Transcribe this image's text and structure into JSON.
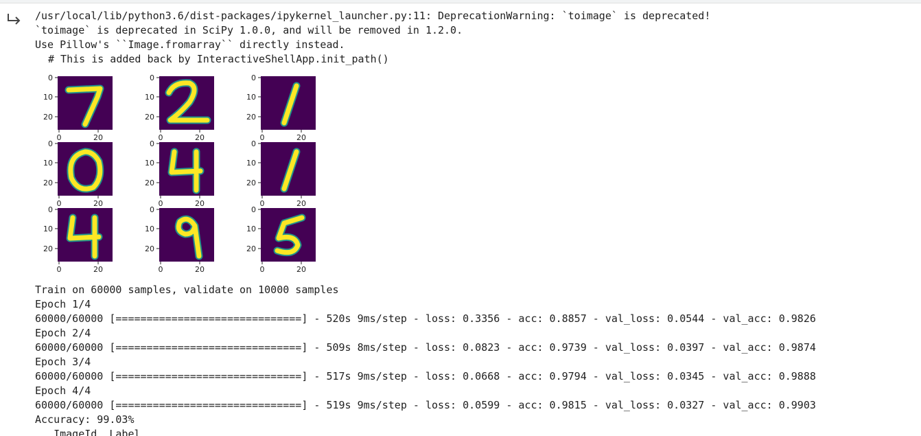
{
  "output": {
    "icon": "output-arrow-icon",
    "warning_lines": [
      "/usr/local/lib/python3.6/dist-packages/ipykernel_launcher.py:11: DeprecationWarning: `toimage` is deprecated!",
      "`toimage` is deprecated in SciPy 1.0.0, and will be removed in 1.2.0.",
      "Use Pillow's ``Image.fromarray`` directly instead.",
      "# This is added back by InteractiveShellApp.init_path()"
    ],
    "digits_grid": {
      "colormap_colors": {
        "background": "#440154",
        "mid": "#21918c",
        "stroke": "#fde725"
      },
      "y_tick_labels": [
        "0",
        "10",
        "20"
      ],
      "x_tick_labels": [
        "0",
        "20"
      ],
      "digits": [
        "7",
        "2",
        "1",
        "0",
        "4",
        "1",
        "4",
        "9",
        "5"
      ]
    },
    "training_lines": [
      "Train on 60000 samples, validate on 10000 samples",
      "Epoch 1/4",
      "60000/60000 [==============================] - 520s 9ms/step - loss: 0.3356 - acc: 0.8857 - val_loss: 0.0544 - val_acc: 0.9826",
      "Epoch 2/4",
      "60000/60000 [==============================] - 509s 8ms/step - loss: 0.0823 - acc: 0.9739 - val_loss: 0.0397 - val_acc: 0.9874",
      "Epoch 3/4",
      "60000/60000 [==============================] - 517s 9ms/step - loss: 0.0668 - acc: 0.9794 - val_loss: 0.0345 - val_acc: 0.9888",
      "Epoch 4/4",
      "60000/60000 [==============================] - 519s 9ms/step - loss: 0.0599 - acc: 0.9815 - val_loss: 0.0327 - val_acc: 0.9903",
      "Accuracy: 99.03%"
    ],
    "cut_line": "   ImageId  Label"
  }
}
